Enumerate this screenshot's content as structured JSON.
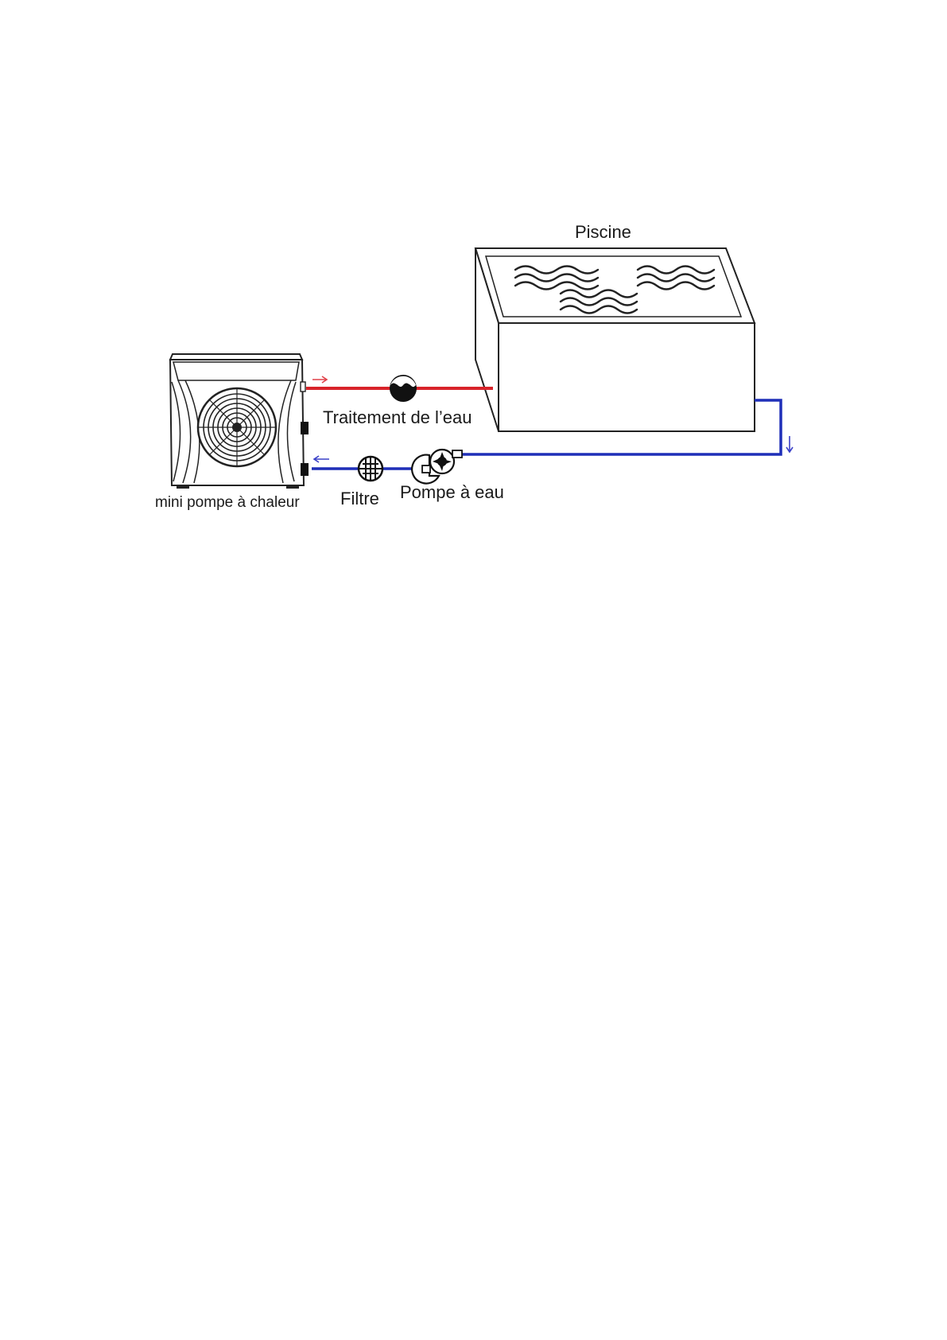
{
  "labels": {
    "pool": "Piscine",
    "water_treatment": "Traitement de l’eau",
    "heat_pump": "mini pompe à chaleur",
    "filter": "Filtre",
    "water_pump": "Pompe à eau"
  },
  "colors": {
    "hot_pipe": "#d8232a",
    "cold_pipe": "#1f2fb8",
    "hot_arrow": "#e0424a",
    "cold_arrow": "#3a40c8",
    "outline": "#222222"
  },
  "flow": {
    "hot_direction": "right",
    "return_direction": "left",
    "outlet_direction": "down"
  }
}
